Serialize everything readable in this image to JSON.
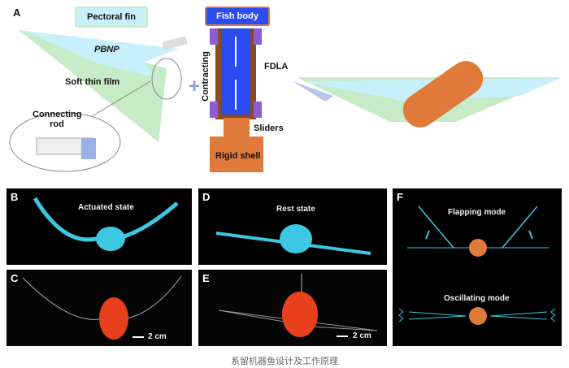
{
  "panel_a": {
    "letter": "A",
    "pectoral_fin": "Pectoral fin",
    "fish_body": "Fish body",
    "pbnp": "PBNP",
    "soft_thin_film": "Soft thin film",
    "connecting_rod": "Connecting rod",
    "contracting": "Contracting",
    "fdla": "FDLA",
    "sliders": "Sliders",
    "rigid_shell": "Rigid shell",
    "plus": "+"
  },
  "panel_b": {
    "letter": "B",
    "title": "Actuated state"
  },
  "panel_c": {
    "letter": "C",
    "scale": "2 cm"
  },
  "panel_d": {
    "letter": "D",
    "title": "Rest state"
  },
  "panel_e": {
    "letter": "E",
    "scale": "2 cm"
  },
  "panel_f": {
    "letter": "F",
    "flapping": "Flapping mode",
    "oscillating": "Oscillating mode"
  },
  "caption": "系留机器鱼设计及工作原理",
  "colors": {
    "film": "#bfe6bf",
    "pbnp": "#bfeefa",
    "body_orange": "#e07a3a",
    "fdla_blue": "#2a4cf0",
    "slider_purple": "#8a5cd6",
    "fin_cyan": "#3cc8e0",
    "robot_red": "#e8401c"
  }
}
